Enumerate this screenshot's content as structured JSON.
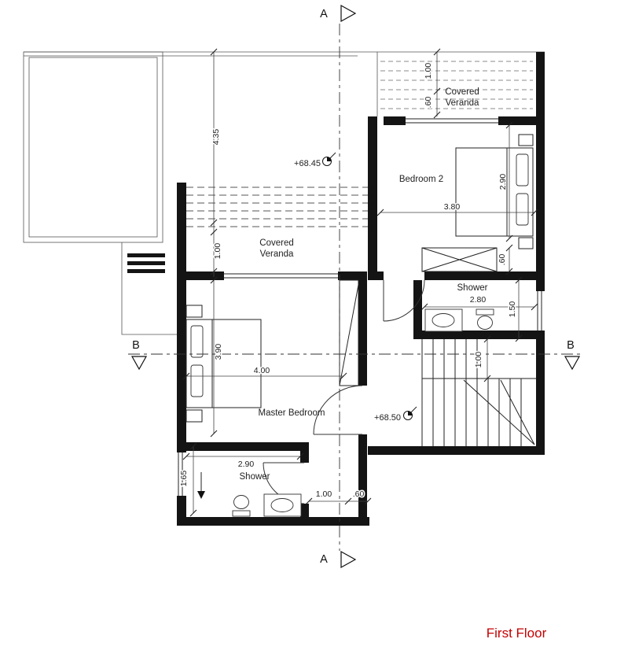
{
  "title": "First Floor",
  "colors": {
    "ink": "#141414",
    "accent": "#c40000",
    "background": "#ffffff"
  },
  "markers": {
    "section_a": "A",
    "section_b": "B"
  },
  "levels": {
    "upper": "+68.45",
    "stair": "+68.50"
  },
  "rooms": {
    "veranda_top": {
      "line1": "Covered",
      "line2": "Veranda"
    },
    "bedroom2": "Bedroom 2",
    "veranda_mid": {
      "line1": "Covered",
      "line2": "Veranda"
    },
    "shower_upper": "Shower",
    "master": "Master Bedroom",
    "shower_lower": "Shower"
  },
  "dims": {
    "terrace_length": "4.35",
    "veranda_mid_depth": "1.00",
    "veranda_top_depth": "1.00",
    "veranda_top_edge": ".60",
    "bedroom2_length": "2.90",
    "bedroom2_width": "3.80",
    "wardrobe_depth": ".60",
    "shower_upper_width": "2.80",
    "shower_upper_depth": "1.50",
    "master_length": "3.90",
    "stair_landing": "1.00",
    "master_width": "4.00",
    "shower_lower_width": "2.90",
    "shower_lower_depth": "1.65",
    "hall_width": "1.00",
    "hall_edge": ".60"
  }
}
